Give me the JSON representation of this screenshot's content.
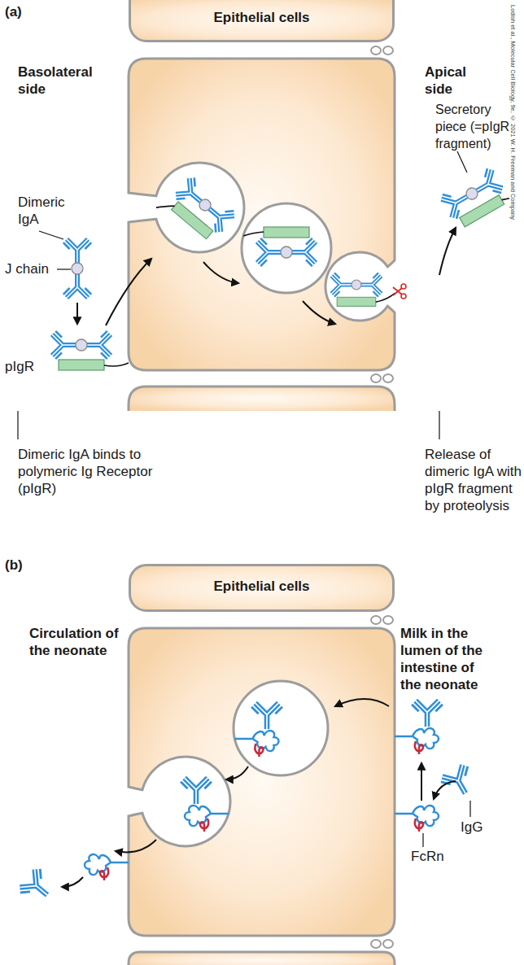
{
  "diagram": {
    "nodes": [
      {
        "text": [
          "Epithelial cells"
        ]
      },
      {
        "text": [
          "Epithelial cells"
        ]
      }
    ],
    "labels": [
      "(a)",
      "Basolateral side",
      "Apical side",
      "Lodish et al., Molecular Cell Biology, 9e, © 2021 W. H. Freeman and Company",
      "Dimeric IgA",
      "Secretory piece (=pIgR fragment)",
      "J chain",
      "pIgR",
      "Dimeric IgA binds to polymeric Ig Receptor (pIgR)",
      "Release of dimeric IgA with pIgR fragment by proteolysis",
      "(b)",
      "Circulation of the neonate",
      "Milk in the lumen of the intestine of the neonate",
      "IgG",
      "FcRn"
    ]
  }
}
